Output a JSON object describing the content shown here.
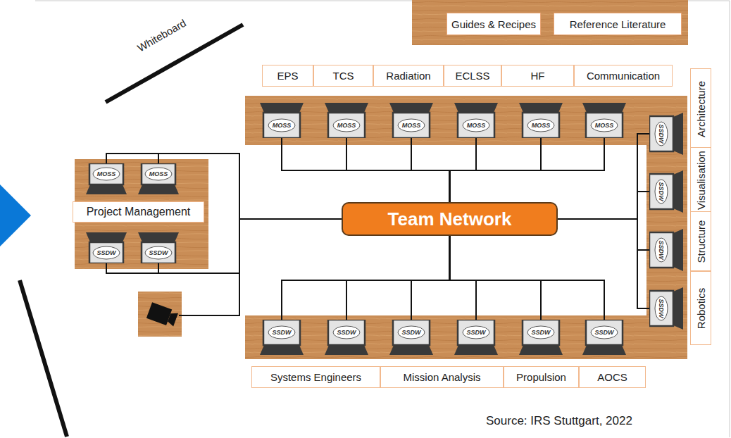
{
  "diagram": {
    "nodes": [
      {
        "text": [
          "Guides & Recipes"
        ]
      },
      {
        "text": [
          "Reference Literature"
        ]
      },
      {
        "text": [
          "EPS"
        ]
      },
      {
        "text": [
          "TCS"
        ]
      },
      {
        "text": [
          "Radiation"
        ]
      },
      {
        "text": [
          "ECLSS"
        ]
      },
      {
        "text": [
          "HF"
        ]
      },
      {
        "text": [
          "Communication"
        ]
      },
      {
        "text": [
          "MOSS"
        ]
      },
      {
        "text": [
          "MOSS"
        ]
      },
      {
        "text": [
          "MOSS"
        ]
      },
      {
        "text": [
          "MOSS"
        ]
      },
      {
        "text": [
          "MOSS"
        ]
      },
      {
        "text": [
          "MOSS"
        ]
      },
      {
        "text": [
          "SSDW"
        ]
      },
      {
        "text": [
          "SSDW"
        ]
      },
      {
        "text": [
          "SSDW"
        ]
      },
      {
        "text": [
          "SSDW"
        ]
      },
      {
        "text": [
          "Architecture"
        ]
      },
      {
        "text": [
          "Visualisation"
        ]
      },
      {
        "text": [
          "Structure"
        ]
      },
      {
        "text": [
          "Robotics"
        ]
      },
      {
        "text": [
          "Project Management"
        ]
      },
      {
        "text": [
          "MOSS"
        ]
      },
      {
        "text": [
          "MOSS"
        ]
      },
      {
        "text": [
          "SSDW"
        ]
      },
      {
        "text": [
          "SSDW"
        ]
      },
      {
        "text": [
          "Team Network"
        ]
      },
      {
        "text": [
          "SSDW"
        ]
      },
      {
        "text": [
          "SSDW"
        ]
      },
      {
        "text": [
          "SSDW"
        ]
      },
      {
        "text": [
          "SSDW"
        ]
      },
      {
        "text": [
          "SSDW"
        ]
      },
      {
        "text": [
          "SSDW"
        ]
      },
      {
        "text": [
          "Systems Engineers"
        ]
      },
      {
        "text": [
          "Mission Analysis"
        ]
      },
      {
        "text": [
          "Propulsion"
        ]
      },
      {
        "text": [
          "AOCS"
        ]
      }
    ],
    "edges": [
      {
        "from": 8,
        "to": 27,
        "arrow": "none"
      },
      {
        "from": 9,
        "to": 27,
        "arrow": "none"
      },
      {
        "from": 10,
        "to": 27,
        "arrow": "none"
      },
      {
        "from": 11,
        "to": 27,
        "arrow": "none"
      },
      {
        "from": 12,
        "to": 27,
        "arrow": "none"
      },
      {
        "from": 13,
        "to": 27,
        "arrow": "none"
      },
      {
        "from": 14,
        "to": 27,
        "arrow": "none"
      },
      {
        "from": 15,
        "to": 27,
        "arrow": "none"
      },
      {
        "from": 16,
        "to": 27,
        "arrow": "none"
      },
      {
        "from": 17,
        "to": 27,
        "arrow": "none"
      },
      {
        "from": 23,
        "to": 27,
        "arrow": "none"
      },
      {
        "from": 24,
        "to": 27,
        "arrow": "none"
      },
      {
        "from": 25,
        "to": 27,
        "arrow": "none"
      },
      {
        "from": 26,
        "to": 27,
        "arrow": "none"
      },
      {
        "from": 28,
        "to": 27,
        "arrow": "none"
      },
      {
        "from": 29,
        "to": 27,
        "arrow": "none"
      },
      {
        "from": 30,
        "to": 27,
        "arrow": "none"
      },
      {
        "from": 31,
        "to": 27,
        "arrow": "none"
      },
      {
        "from": 32,
        "to": 27,
        "arrow": "none"
      },
      {
        "from": 33,
        "to": 27,
        "arrow": "none"
      }
    ],
    "labels": [
      "Whiteboard",
      "Source: IRS Stuttgart, 2022"
    ]
  }
}
